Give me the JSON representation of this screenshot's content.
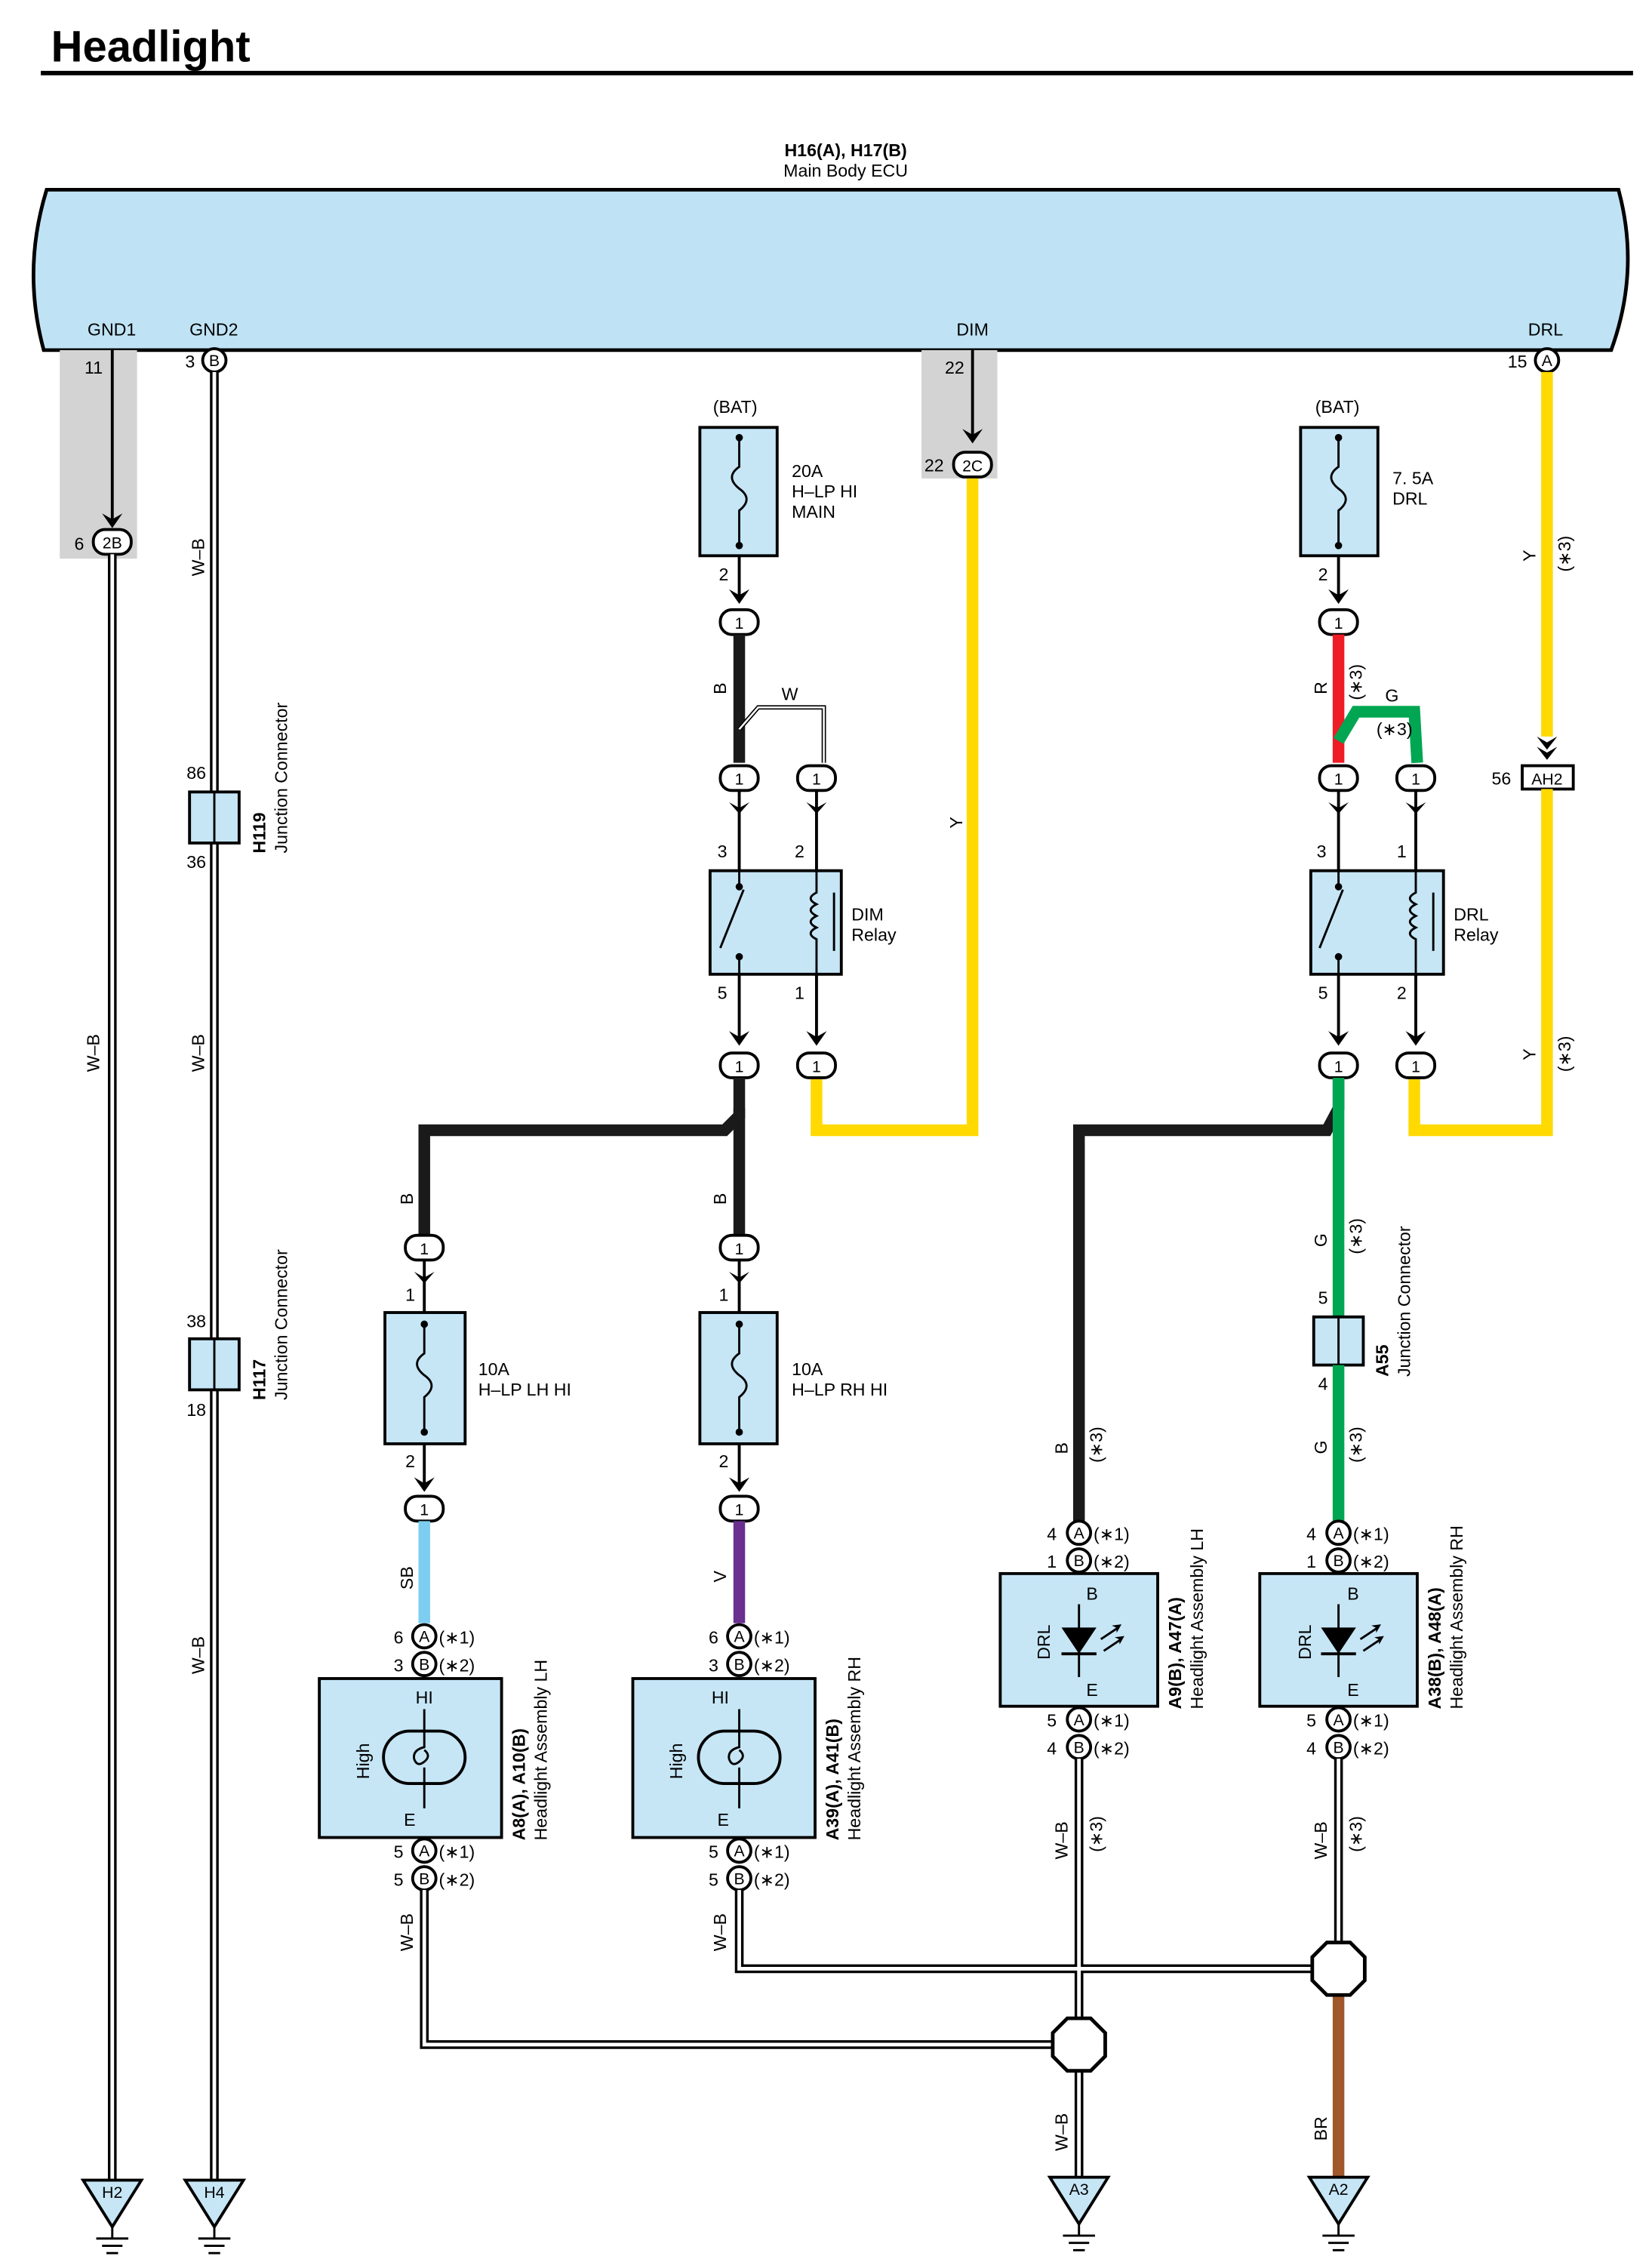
{
  "title": "Headlight",
  "ecu": {
    "ref": "H16(A), H17(B)",
    "name": "Main Body ECU",
    "terms": {
      "gnd1": "GND1",
      "gnd2": "GND2",
      "dim": "DIM",
      "drl": "DRL"
    }
  },
  "bat": "(BAT)",
  "fuses": {
    "hlp_main": {
      "amp": "20A",
      "line1": "H–LP HI",
      "line2": "MAIN"
    },
    "drl": {
      "amp": "7. 5A",
      "line1": "DRL"
    },
    "lh_hi": {
      "amp": "10A",
      "line1": "H–LP LH HI"
    },
    "rh_hi": {
      "amp": "10A",
      "line1": "H–LP RH HI"
    }
  },
  "relays": {
    "dim": {
      "line1": "DIM",
      "line2": "Relay"
    },
    "drl": {
      "line1": "DRL",
      "line2": "Relay"
    }
  },
  "junctions": {
    "h119": {
      "code": "H119",
      "name": "Junction Connector"
    },
    "h117": {
      "code": "H117",
      "name": "Junction Connector"
    },
    "a55": {
      "code": "A55",
      "name": "Junction Connector"
    }
  },
  "assemblies": {
    "hl_lh": {
      "code": "A8(A), A10(B)",
      "name": "Headlight Assembly LH",
      "inner": "High",
      "top": "HI",
      "bottom": "E"
    },
    "hl_rh": {
      "code": "A39(A), A41(B)",
      "name": "Headlight Assembly RH",
      "inner": "High",
      "top": "HI",
      "bottom": "E"
    },
    "drl_lh": {
      "code": "A9(B), A47(A)",
      "name": "Headlight Assembly LH",
      "inner": "DRL",
      "top": "B",
      "bottom": "E"
    },
    "drl_rh": {
      "code": "A38(B), A48(A)",
      "name": "Headlight Assembly RH",
      "inner": "DRL",
      "top": "B",
      "bottom": "E"
    }
  },
  "wires": {
    "wb": "W–B",
    "b": "B",
    "w": "W",
    "y": "Y",
    "r": "R",
    "g": "G",
    "sb": "SB",
    "v": "V",
    "br": "BR"
  },
  "notes": {
    "n1": "(∗1)",
    "n2": "(∗2)",
    "n3": "(∗3)"
  },
  "grounds": {
    "h2": "H2",
    "h4": "H4",
    "a3": "A3",
    "a2": "A2"
  },
  "connectors": {
    "c2b": "2B",
    "c2c": "2C",
    "ah2": "AH2",
    "a": "A",
    "b": "B",
    "one": "1"
  },
  "pins": {
    "p1": "1",
    "p2": "2",
    "p3": "3",
    "p4": "4",
    "p5": "5",
    "p6": "6",
    "p11": "11",
    "p15": "15",
    "p18": "18",
    "p22": "22",
    "p36": "36",
    "p38": "38",
    "p56": "56",
    "p86": "86"
  },
  "colors": {
    "ecu_fill": "#bfe3f5",
    "box_fill": "#c6e6f6",
    "yellow": "#ffd900",
    "red": "#ee1c25",
    "green": "#00a651",
    "sb": "#7dcdf0",
    "violet": "#6a2f8f",
    "brown": "#a0582a",
    "black": "#1a1a1a",
    "shade": "#d3d3d3"
  }
}
